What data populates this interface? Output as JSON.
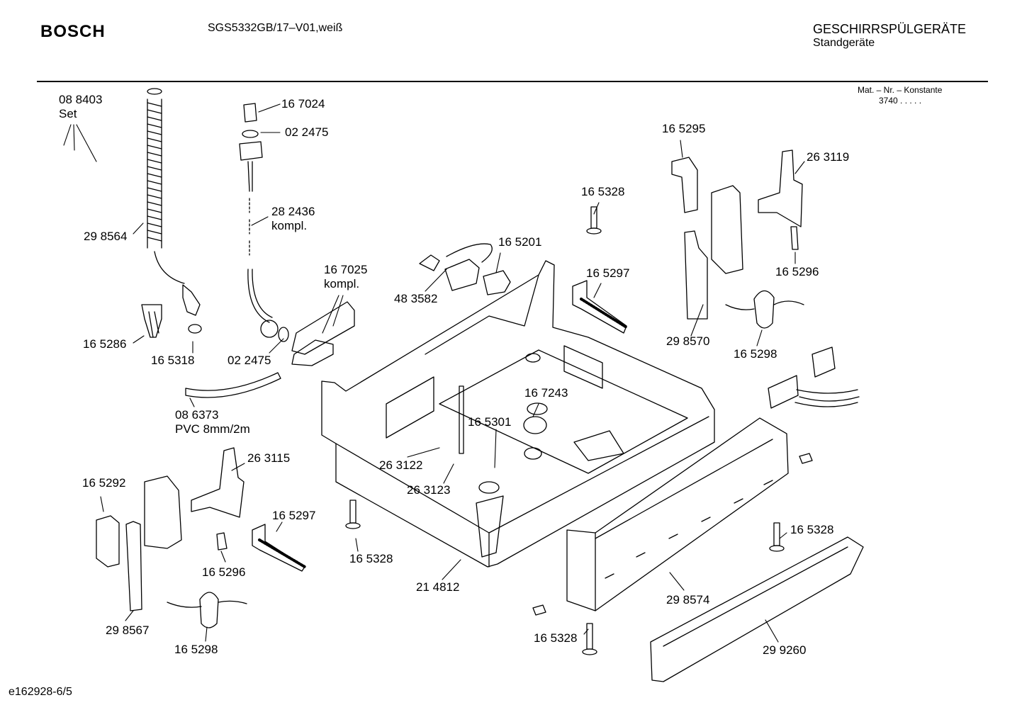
{
  "header": {
    "brand": "BOSCH",
    "model": "SGS5332GB/17–V01,weiß",
    "category": "GESCHIRRSPÜLGERÄTE",
    "subcategory": "Standgeräte",
    "material_label": "Mat. – Nr. – Konstante",
    "material_value": "3740  .  .  .  .  ."
  },
  "footer": {
    "drawing_id": "e162928-6/5"
  },
  "parts": [
    {
      "id": "p088403",
      "number": "08 8403",
      "note": "Set"
    },
    {
      "id": "p167024",
      "number": "16 7024"
    },
    {
      "id": "p022475a",
      "number": "02 2475"
    },
    {
      "id": "p282436",
      "number": "28 2436",
      "note": "kompl."
    },
    {
      "id": "p298564",
      "number": "29 8564"
    },
    {
      "id": "p167025",
      "number": "16 7025",
      "note": "kompl."
    },
    {
      "id": "p165286",
      "number": "16 5286"
    },
    {
      "id": "p165318",
      "number": "16 5318"
    },
    {
      "id": "p022475b",
      "number": "02 2475"
    },
    {
      "id": "p086373",
      "number": "08 6373",
      "note": "PVC 8mm/2m"
    },
    {
      "id": "p483582",
      "number": "48 3582"
    },
    {
      "id": "p165201",
      "number": "16 5201"
    },
    {
      "id": "p165328a",
      "number": "16 5328"
    },
    {
      "id": "p165297a",
      "number": "16 5297"
    },
    {
      "id": "p165295",
      "number": "16 5295"
    },
    {
      "id": "p263119",
      "number": "26 3119"
    },
    {
      "id": "p165296a",
      "number": "16 5296"
    },
    {
      "id": "p298570",
      "number": "29 8570"
    },
    {
      "id": "p165298a",
      "number": "16 5298"
    },
    {
      "id": "p167243",
      "number": "16 7243"
    },
    {
      "id": "p165301",
      "number": "16 5301"
    },
    {
      "id": "p263122",
      "number": "26 3122"
    },
    {
      "id": "p263123",
      "number": "26 3123"
    },
    {
      "id": "p263115",
      "number": "26 3115"
    },
    {
      "id": "p165292",
      "number": "16 5292"
    },
    {
      "id": "p165297b",
      "number": "16 5297"
    },
    {
      "id": "p165296b",
      "number": "16 5296"
    },
    {
      "id": "p298567",
      "number": "29 8567"
    },
    {
      "id": "p165298b",
      "number": "16 5298"
    },
    {
      "id": "p165328b",
      "number": "16 5328"
    },
    {
      "id": "p214812",
      "number": "21 4812"
    },
    {
      "id": "p165328c",
      "number": "16 5328"
    },
    {
      "id": "p298574",
      "number": "29 8574"
    },
    {
      "id": "p165328d",
      "number": "16 5328"
    },
    {
      "id": "p299260",
      "number": "29 9260"
    }
  ]
}
